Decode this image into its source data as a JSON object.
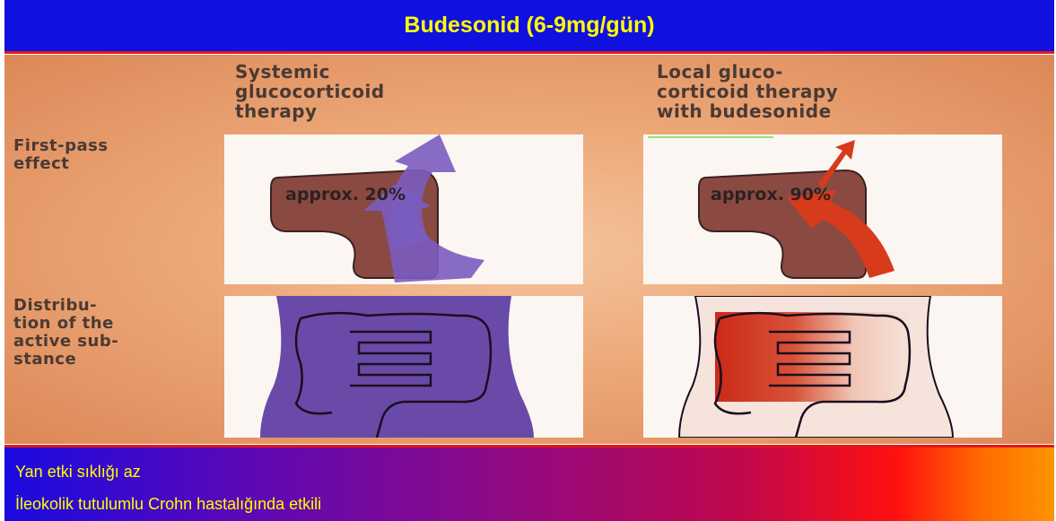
{
  "title": "Budesonid (6-9mg/gün)",
  "columns": {
    "systemic": "Systemic\nglucocorticoid\ntherapy",
    "local": "Local gluco-\ncorticoid therapy\nwith budesonide"
  },
  "rows": {
    "first_pass": "First-pass\neffect",
    "distribution": "Distribu-\ntion of the\nactive sub-\nstance"
  },
  "panels": {
    "systemic_first_pass": "approx. 20%",
    "local_first_pass": "approx. 90%"
  },
  "colors": {
    "title_bg": "#1010e0",
    "title_text": "#ffff00",
    "systemic_arrow": "#7a5cc0",
    "local_arrow": "#d83a1c",
    "liver": "#8a4a42",
    "systemic_body": "#6a4aa8"
  },
  "bullets": [
    "Yan etki sıklığı az",
    "İleokolik tutulumlu Crohn hastalığında etkili"
  ]
}
